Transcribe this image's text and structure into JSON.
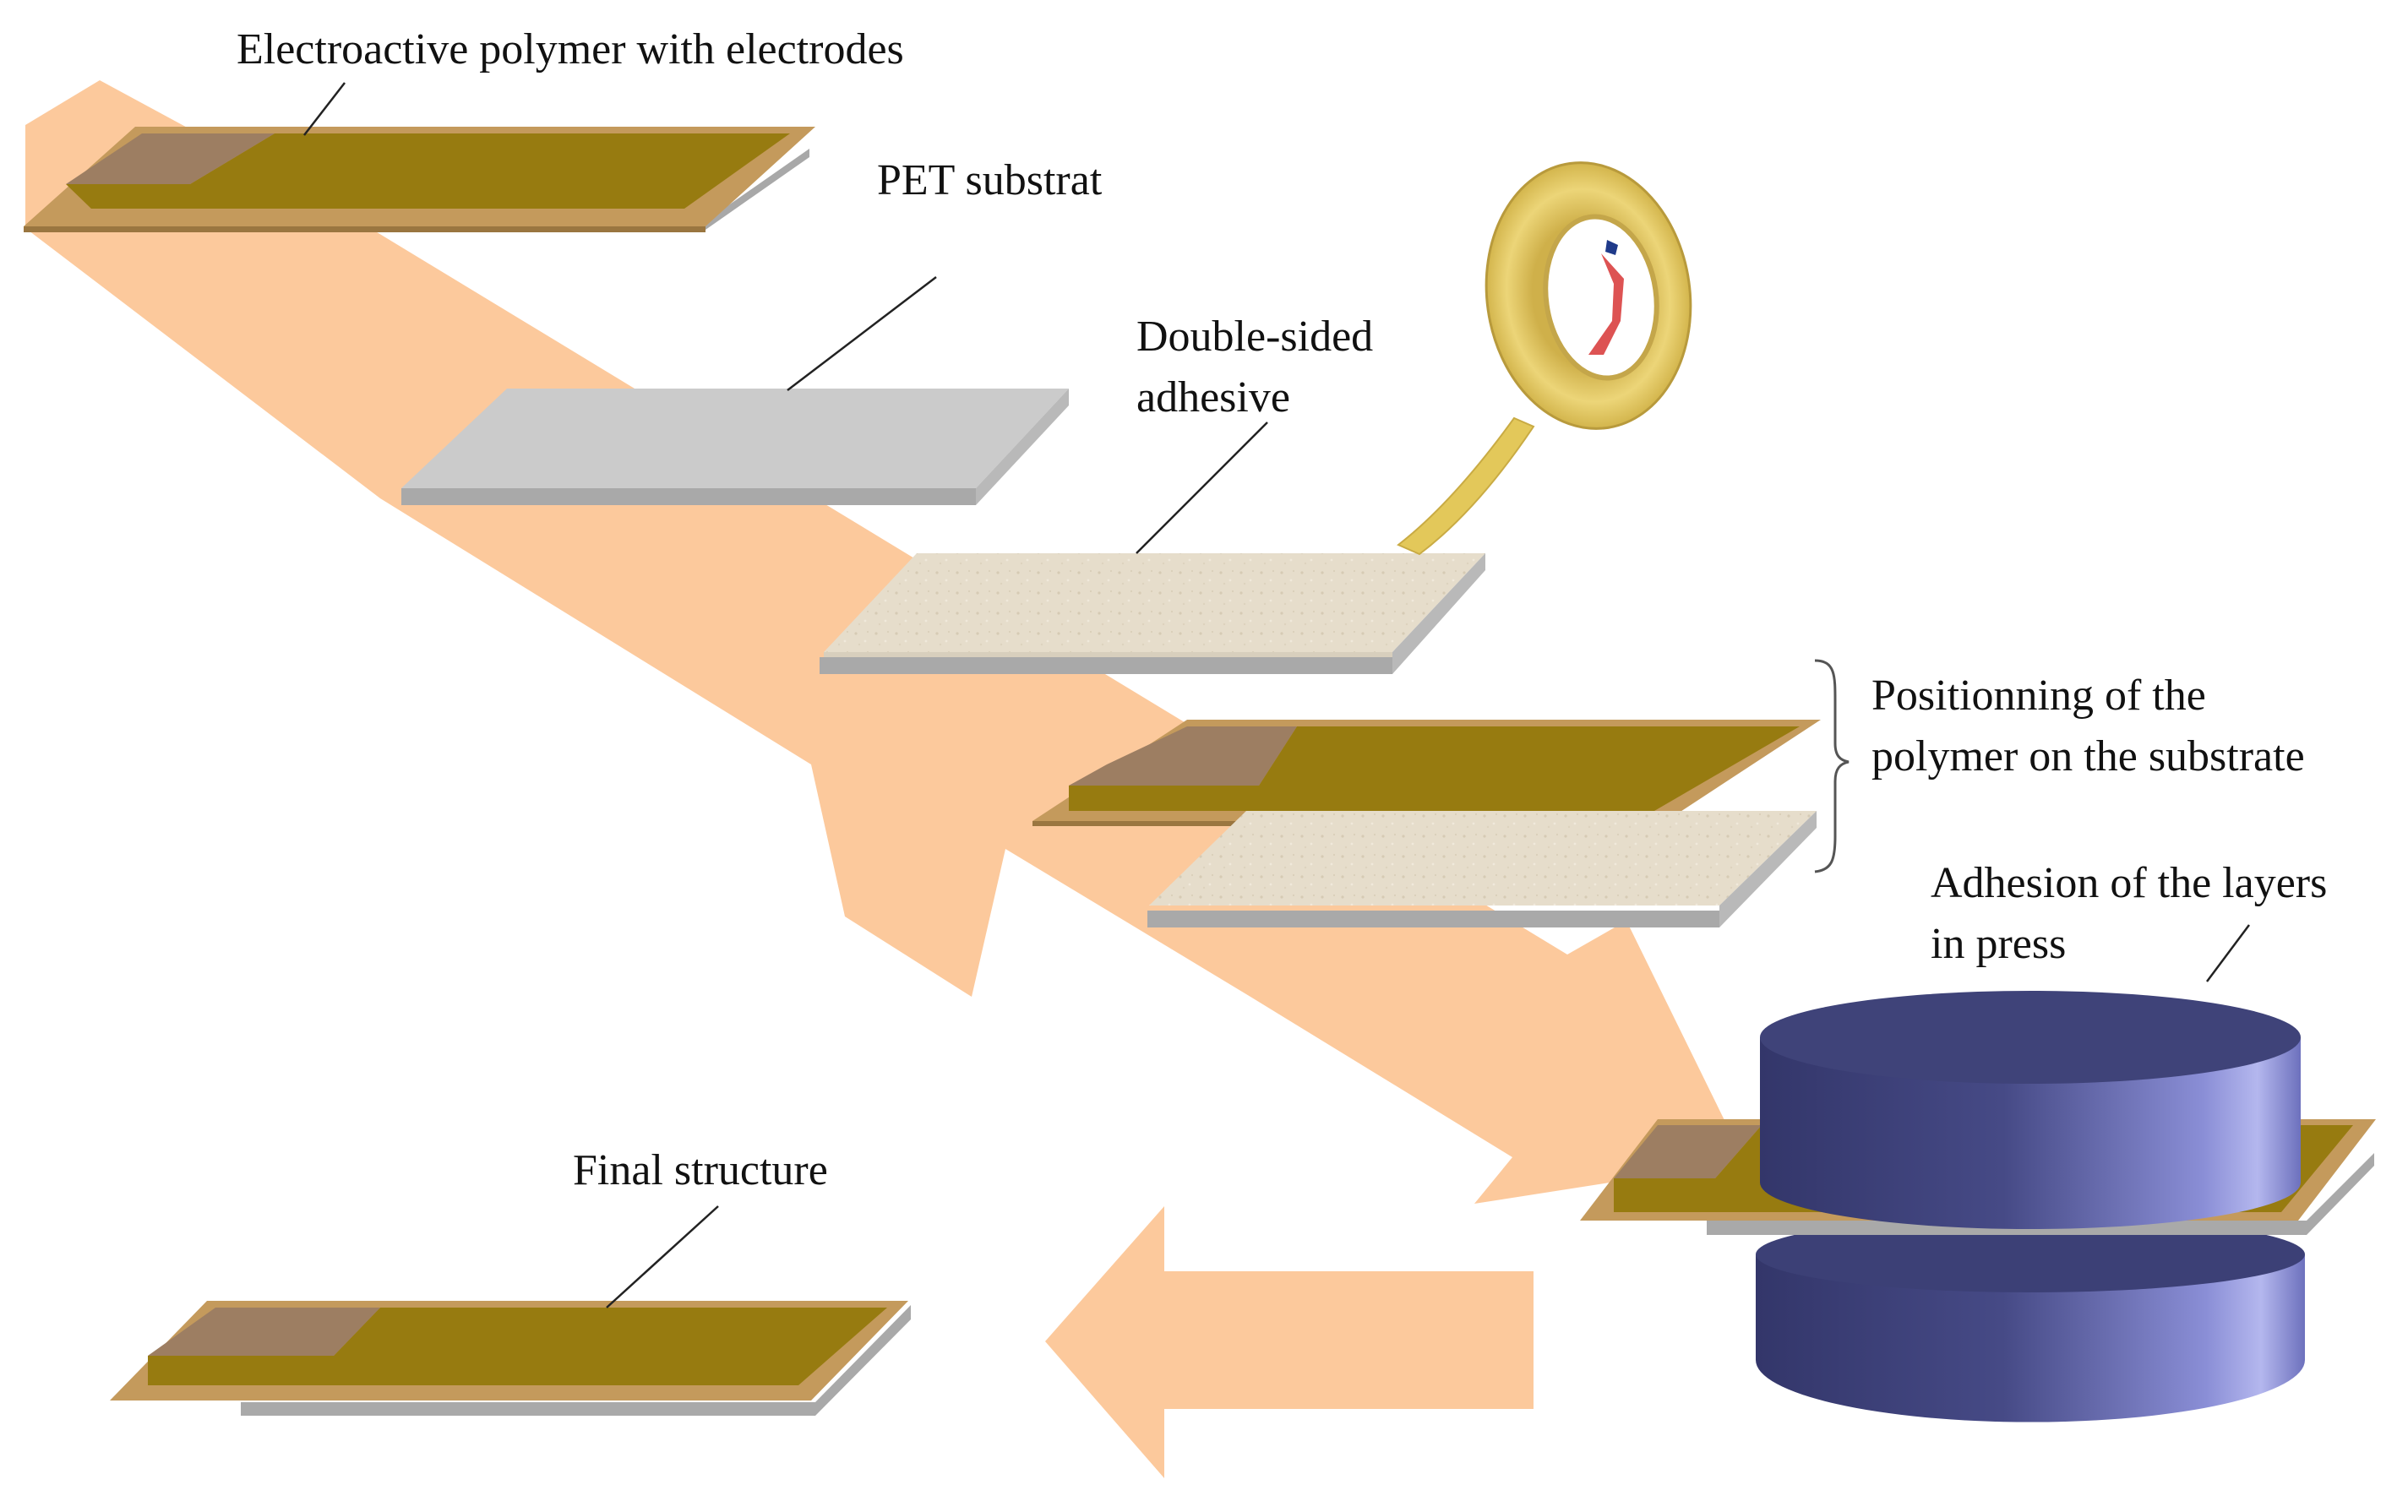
{
  "diagram": {
    "labels": {
      "polymer": "Electroactive polymer with electrodes",
      "pet": "PET substrat",
      "adhesive_line1": "Double-sided",
      "adhesive_line2": "adhesive",
      "positioning_line1": "Positionning of the",
      "positioning_line2": "polymer on the substrate",
      "press_line1": "Adhesion of the layers",
      "press_line2": "in press",
      "final": "Final structure"
    },
    "colors": {
      "flow_arrow": "#fcc99c",
      "polymer_electrode": "#977b10",
      "polymer_uncoated": "#9d7e62",
      "polymer_film": "#c49a5c",
      "pet_top": "#cbcbcb",
      "pet_edge": "#a9a9a9",
      "adhesive": "#e5dccb",
      "tape_roll": "#e6cc5c",
      "press_body": "#3f4379",
      "press_highlight": "#a5a8e6"
    }
  }
}
